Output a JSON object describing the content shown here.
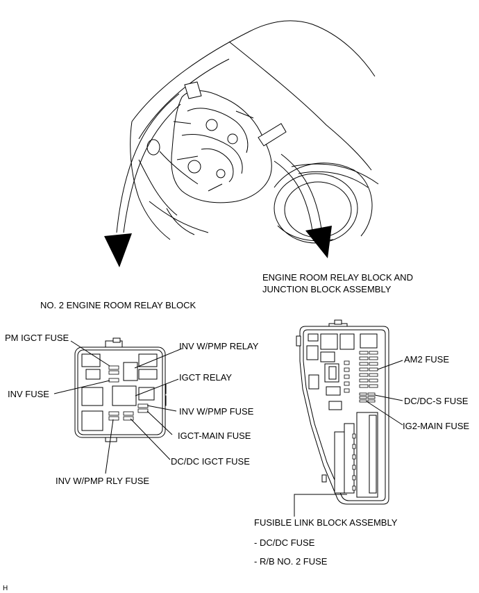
{
  "title_left": "NO. 2 ENGINE ROOM RELAY BLOCK",
  "title_right_line1": "ENGINE ROOM RELAY BLOCK AND",
  "title_right_line2": "JUNCTION BLOCK ASSEMBLY",
  "left_callouts": {
    "pm_igct_fuse": "PM IGCT FUSE",
    "inv_fuse": "INV FUSE",
    "inv_wpmp_relay": "INV W/PMP RELAY",
    "igct_relay": "IGCT RELAY",
    "inv_wpmp_fuse": "INV W/PMP FUSE",
    "igct_main_fuse": "IGCT-MAIN FUSE",
    "dcdc_igct_fuse": "DC/DC IGCT FUSE",
    "inv_wpmp_rly_fuse": "INV W/PMP RLY FUSE"
  },
  "right_callouts": {
    "am2_fuse": "AM2 FUSE",
    "dcdc_s_fuse": "DC/DC-S FUSE",
    "ig2_main_fuse": "IG2-MAIN FUSE"
  },
  "fusible_link": {
    "title": "FUSIBLE LINK BLOCK ASSEMBLY",
    "items": [
      "- DC/DC FUSE",
      "- R/B NO. 2 FUSE"
    ]
  },
  "corner_mark": "H"
}
